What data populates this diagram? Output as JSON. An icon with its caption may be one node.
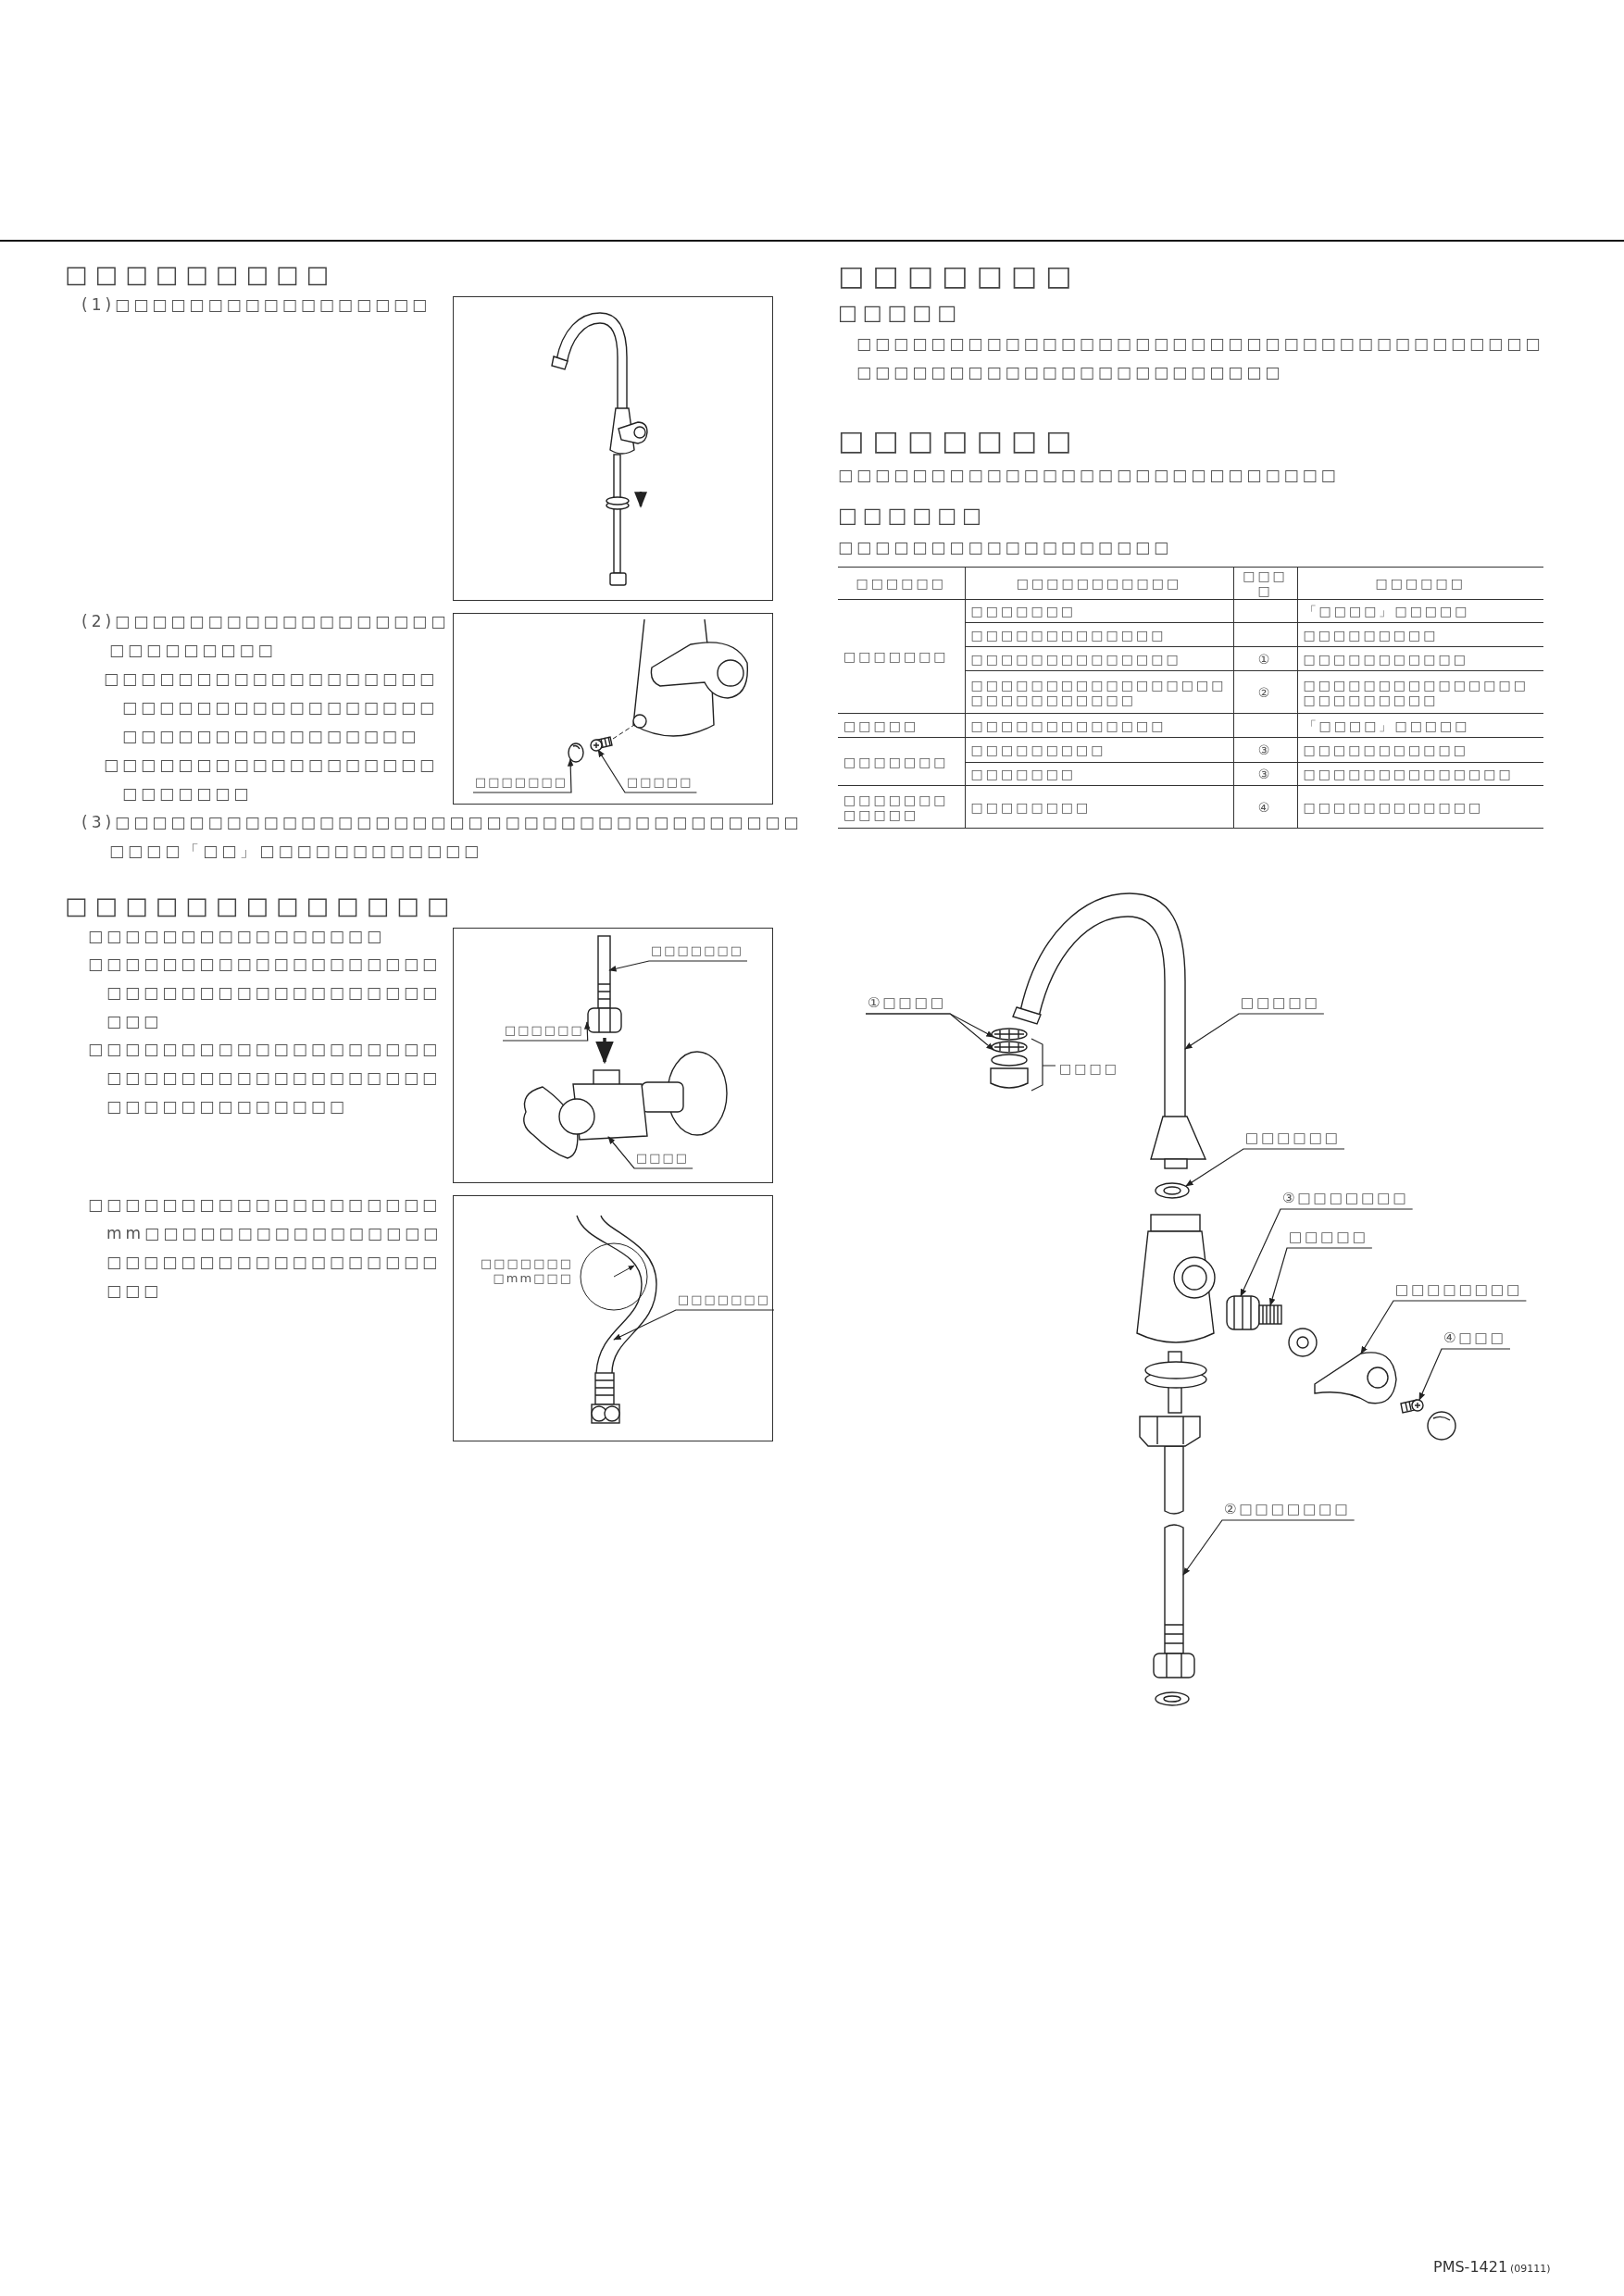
{
  "diagram": {
    "nodes": [
      {
        "text": [],
        "shape": "box"
      },
      {
        "text": [],
        "shape": "box"
      },
      {
        "text": [
          "□□□□□□□"
        ],
        "in": 1
      },
      {
        "text": [
          "□□□□□"
        ],
        "in": 1
      },
      {
        "text": [],
        "shape": "picture",
        "in": 1
      },
      {
        "text": [],
        "shape": "picture",
        "in": 1
      },
      {
        "text": [],
        "shape": "box"
      },
      {
        "text": [
          "□□□□□□□"
        ],
        "in": 6
      },
      {
        "text": [
          "□□□□□□"
        ],
        "in": 6
      },
      {
        "text": [
          "□□□□"
        ],
        "in": 6
      },
      {
        "text": [],
        "shape": "picture",
        "in": 6
      },
      {
        "text": [],
        "shape": "picture",
        "in": 6
      },
      {
        "text": [],
        "shape": "picture",
        "in": 6
      },
      {
        "text": [],
        "shape": "box"
      },
      {
        "text": [
          "□□□□□□□□mm□□□"
        ],
        "in": 13
      },
      {
        "text": [
          "□□□□□□□"
        ],
        "in": 13
      },
      {
        "text": [],
        "shape": "picture",
        "in": 13
      },
      {
        "text": [
          "①□□□□"
        ]
      },
      {
        "text": [
          "□□□□□"
        ]
      },
      {
        "text": [
          "□□□□□□"
        ]
      },
      {
        "text": [
          "③□□□□□□□"
        ]
      },
      {
        "text": [
          "□□□□□"
        ]
      },
      {
        "text": [
          "□□□□□□□□"
        ]
      },
      {
        "text": [
          "④□□□"
        ]
      },
      {
        "text": [
          "②□□□□□□□"
        ]
      },
      {
        "text": [],
        "shape": "picture"
      },
      {
        "text": [],
        "shape": "picture"
      },
      {
        "text": [],
        "shape": "picture"
      },
      {
        "text": [],
        "shape": "picture"
      },
      {
        "text": [],
        "shape": "picture"
      },
      {
        "text": [],
        "shape": "picture"
      },
      {
        "text": [],
        "shape": "picture"
      },
      {
        "text": [],
        "shape": "picture"
      },
      {
        "text": [],
        "shape": "picture"
      }
    ],
    "edges": [
      {
        "from": 2,
        "to": 4,
        "arrow": "to"
      },
      {
        "from": 3,
        "to": 5,
        "arrow": "to"
      },
      {
        "from": 7,
        "to": 10,
        "arrow": "to"
      },
      {
        "from": 8,
        "to": 11,
        "arrow": "to"
      },
      {
        "from": 9,
        "to": 12,
        "arrow": "to"
      },
      {
        "from": 15,
        "to": 16,
        "arrow": "to"
      },
      {
        "from": 17,
        "to": 25,
        "arrow": "to"
      },
      {
        "from": 17,
        "to": 26,
        "arrow": "to"
      },
      {
        "from": 18,
        "to": 27,
        "arrow": "to"
      },
      {
        "from": 19,
        "to": 28,
        "arrow": "to"
      },
      {
        "from": 20,
        "to": 29,
        "arrow": "to"
      },
      {
        "from": 21,
        "to": 30,
        "arrow": "to"
      },
      {
        "from": 22,
        "to": 31,
        "arrow": "to"
      },
      {
        "from": 23,
        "to": 32,
        "arrow": "to"
      },
      {
        "from": 24,
        "to": 33,
        "arrow": "to"
      }
    ],
    "labels": [
      "□□□□□□□□□",
      "(1)□□□□□□□□□□□□□□□□□",
      "(2)□□□□□□□□□□□□□□□□□□□□□□□□□□□",
      "□□□□□□□□□□□□□□□□□□□□□□□□□□□□□□□□□□□□□□□□□□□□□□□□□□□",
      "□□□□□□□□□□□□□□□□□□□□□□□□□",
      "(3)□□□□□□□□□□□□□□□□□□□□□□□□□□□□□□□□□□□□□□□□□「□□」□□□□□□□□□□□□",
      "□□□□□□□□□□□□□",
      "□□□□□□□□□□□□□□□□",
      "□□□□□□□□□□□□□□□□□□□□□□□□□□□□□□□□□□□□□□□□",
      "□□□□□□□□□□□□□□□□□□□□□□□□□□□□□□□□□□□□□□□□□□□□□□□□□□",
      "□□□□□□□□□□□□□□□□□□□mm□□□□□□□□□□□□□□□□□□□□□□□□□□□□□□□□□□□□□",
      "□□□□□□□",
      "□□□□□",
      "□□□□□□□□□□□□□□□□□□□□□□□□□□□□□□□□□□□□□□□□□□□□□□□□□□□□□□□□□□□□",
      "□□□□□□□",
      "□□□□□□□□□□□□□□□□□□□□□□□□□□□",
      "□□□□□□",
      "□□□□□□□□□□□□□□□□□□",
      "□□□□□□",
      "□□□□□□□□□□□",
      "□□□□",
      "□□□□□□",
      "□□□□□□□",
      "□□□□□□□",
      "「□□□□」□□□□□",
      "□□□□□□□□□□□□□",
      "□□□□□□□□□",
      "□□□□□□□□□□□□□□",
      "①",
      "□□□□□□□□□□□",
      "□□□□□□□□□□□□□□□□□□□□□□□□□□□□",
      "②",
      "□□□□□□□□□□□□□□□□□□□□□□□□",
      "□□□□□",
      "□□□□□□□□□□□□□",
      "「□□□□」□□□□□",
      "□□□□□□□",
      "□□□□□□□□□",
      "③",
      "□□□□□□□□□□□",
      "□□□□□□□",
      "③",
      "□□□□□□□□□□□□□□",
      "□□□□□□□□□□□□",
      "□□□□□□□□",
      "④",
      "□□□□□□□□□□□□",
      "□□□□",
      "PMS-1421",
      "(09111)"
    ]
  }
}
